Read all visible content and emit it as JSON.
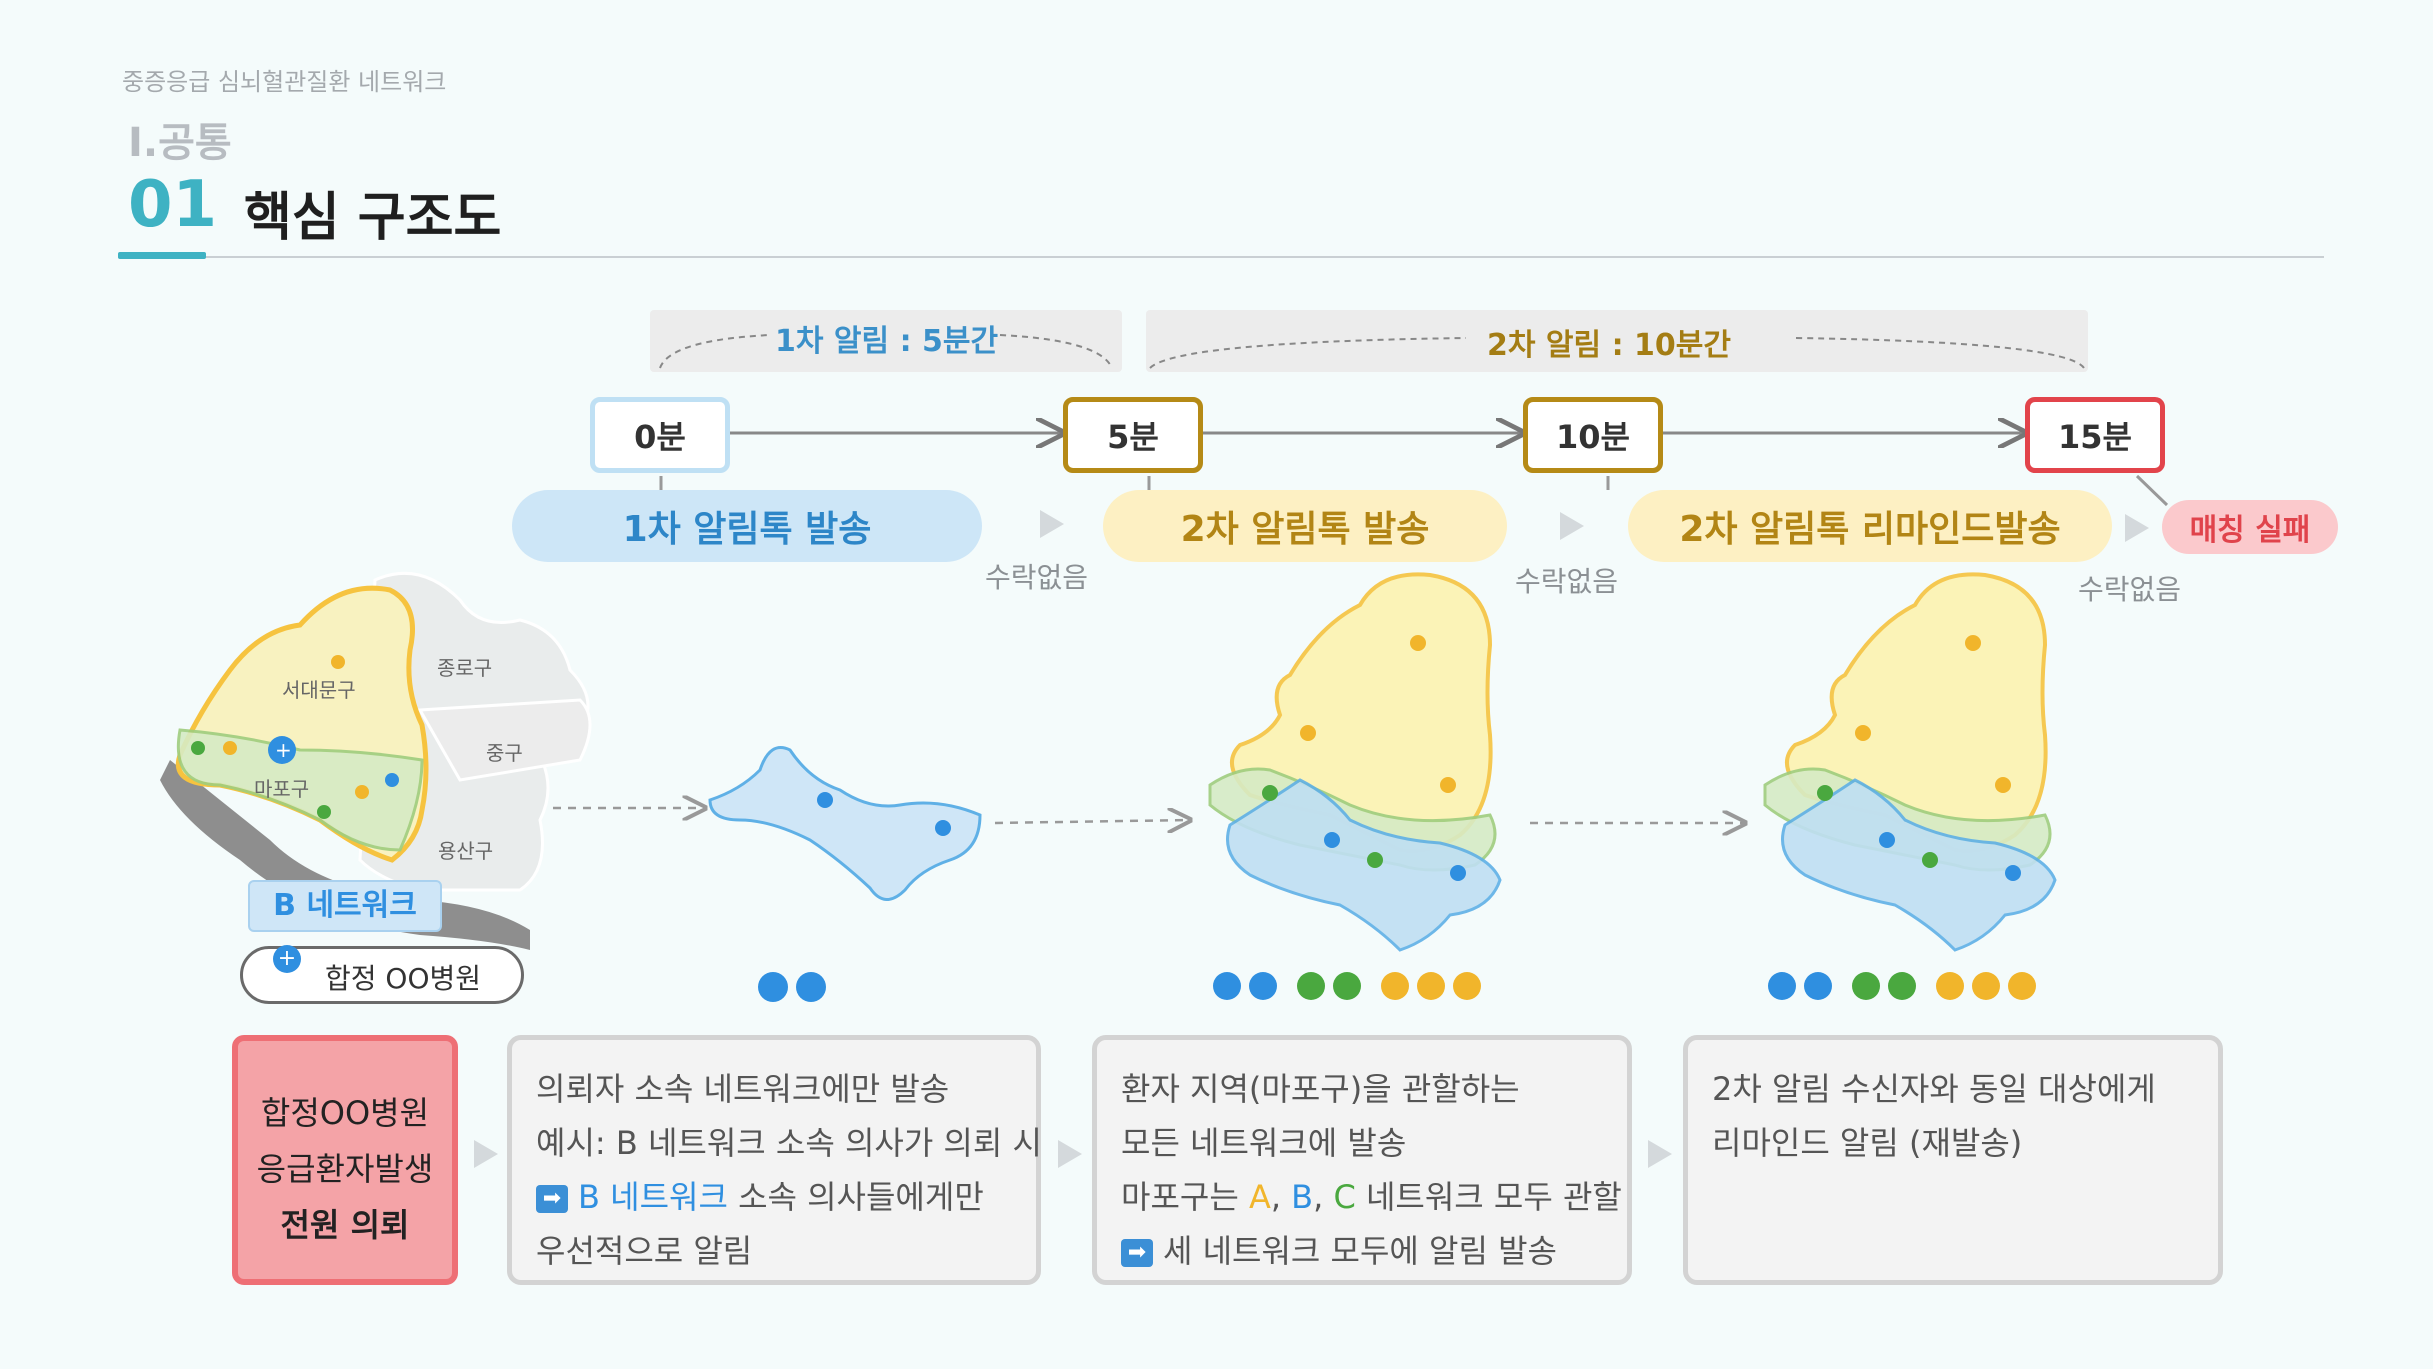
{
  "header": {
    "subtitle": "중증응급 심뇌혈관질환 네트워크",
    "section": "I.공통",
    "number": "01",
    "title": "핵심 구조도"
  },
  "phases": {
    "first": "1차 알림 : 5분간",
    "second": "2차 알림 : 10분간"
  },
  "timeline": {
    "t0": "0분",
    "t5": "5분",
    "t10": "10분",
    "t15": "15분"
  },
  "steps": {
    "s1": "1차 알림톡 발송",
    "s2": "2차 알림톡 발송",
    "s3": "2차 알림톡 리마인드발송",
    "fail": "매칭 실패",
    "no_response": "수락없음"
  },
  "map": {
    "district_seodaemun": "서대문구",
    "district_jongno": "종로구",
    "district_jung": "중구",
    "district_mapo": "마포구",
    "district_yongsan": "용산구",
    "network_label": "B 네트워크",
    "hospital_label": "합정 OO병원"
  },
  "cards": {
    "origin": {
      "line1": "합정OO병원",
      "line2": "응급환자발생",
      "line3": "전원 의뢰"
    },
    "c1": {
      "line1": "의뢰자 소속 네트워크에만 발송",
      "line2": "예시: B 네트워크 소속 의사가 의뢰 시",
      "line3_highlight": "B 네트워크",
      "line3_rest": " 소속 의사들에게만",
      "line4": "우선적으로 알림"
    },
    "c2": {
      "line1": "환자 지역(마포구)을 관할하는",
      "line2": "모든 네트워크에 발송",
      "line3_pre": "마포구는 ",
      "line3_a": "A",
      "line3_b": "B",
      "line3_c": "C",
      "line3_sep": ", ",
      "line3_post": "  네트워크 모두 관할",
      "line4": "세 네트워크 모두에 알림 발송"
    },
    "c3": {
      "line1": "2차 알림 수신자와 동일 대상에게",
      "line2": "리마인드 알림 (재발송)"
    }
  },
  "icons": {
    "arrow": "➡",
    "pin": "map-pin-icon",
    "hospital_pin": "hospital-pin-icon"
  },
  "colors": {
    "accent": "#3eb2c3",
    "blue": "#2f8fe0",
    "yellow": "#f1b52b",
    "green": "#4aa83f",
    "red": "#ee6f75",
    "blue_fill": "#cfe6f7",
    "yellow_fill": "#fdf0c3"
  }
}
